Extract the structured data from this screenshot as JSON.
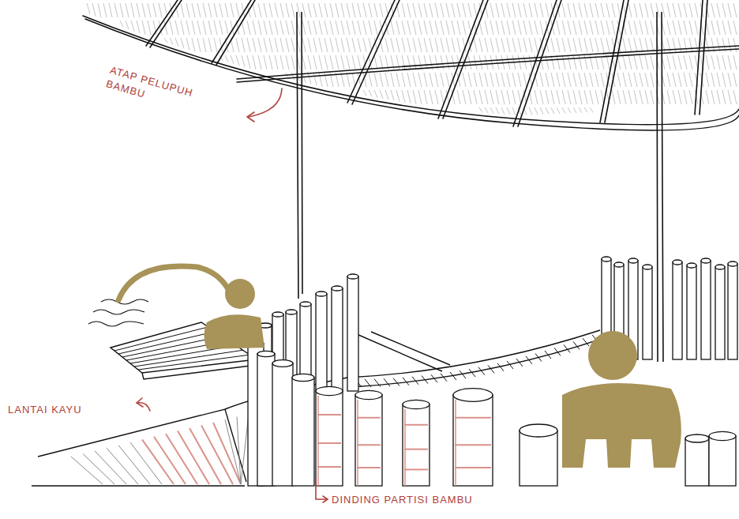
{
  "diagram": {
    "labels": [
      "ATAP PELUPUH BAMBU",
      "LANTAI KAYU",
      "DINDING PARTISI BAMBU"
    ]
  }
}
